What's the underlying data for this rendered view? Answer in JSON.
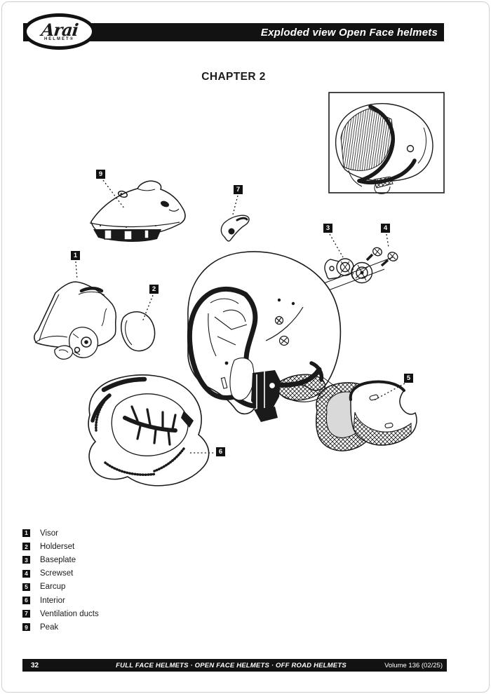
{
  "header": {
    "title": "Exploded view Open Face helmets",
    "logo_brand": "Arai",
    "logo_sub": "HELMET®"
  },
  "chapter_title": "CHAPTER 2",
  "diagram": {
    "callouts": [
      {
        "num": "9",
        "part": "peak"
      },
      {
        "num": "1",
        "part": "visor"
      },
      {
        "num": "2",
        "part": "holderset"
      },
      {
        "num": "7",
        "part": "ventilation-ducts"
      },
      {
        "num": "3",
        "part": "baseplate"
      },
      {
        "num": "4",
        "part": "screwset"
      },
      {
        "num": "5",
        "part": "earcup"
      },
      {
        "num": "6",
        "part": "interior"
      }
    ]
  },
  "legend": {
    "items": [
      {
        "num": "1",
        "label": "Visor"
      },
      {
        "num": "2",
        "label": "Holderset"
      },
      {
        "num": "3",
        "label": "Baseplate"
      },
      {
        "num": "4",
        "label": "Screwset"
      },
      {
        "num": "5",
        "label": "Earcup"
      },
      {
        "num": "6",
        "label": "Interior"
      },
      {
        "num": "7",
        "label": "Ventilation ducts"
      },
      {
        "num": "9",
        "label": "Peak"
      }
    ]
  },
  "footer": {
    "page_number": "32",
    "center_text": "FULL FACE HELMETS · OPEN FACE HELMETS · OFF ROAD HELMETS",
    "right_text": "Volume 136 (02/25)"
  },
  "colors": {
    "ink": "#1a1a1a",
    "bar": "#121212",
    "paper": "#ffffff"
  }
}
